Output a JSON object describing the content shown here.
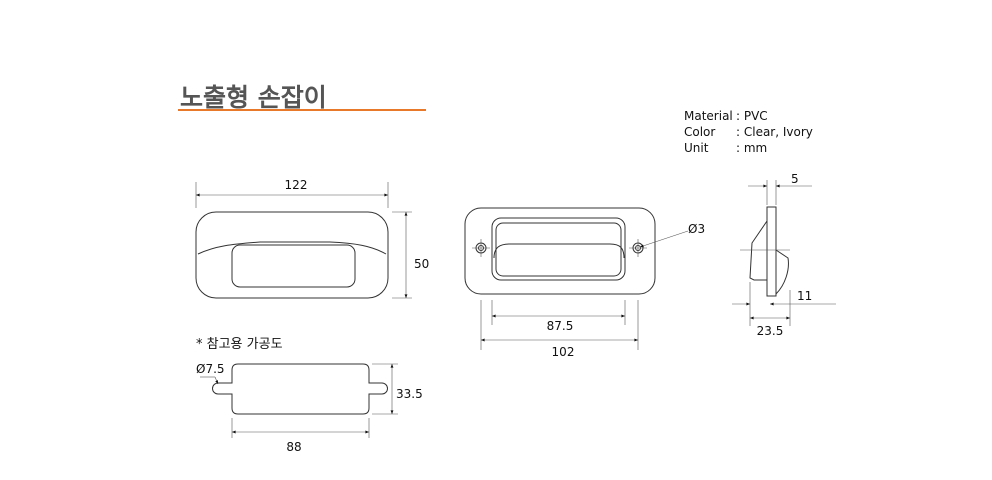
{
  "title": "노출형 손잡이",
  "colors": {
    "accent_underline": "#e8782a",
    "title_text": "#555555",
    "line": "#333333"
  },
  "specs": [
    {
      "label": "Material",
      "value": ": PVC"
    },
    {
      "label": "Color",
      "value": ": Clear, Ivory"
    },
    {
      "label": "Unit",
      "value": ": mm"
    }
  ],
  "front_view": {
    "width": "122",
    "height": "50"
  },
  "back_view": {
    "hole_pitch": "87.5",
    "width": "102",
    "hole_diameter": "Ø3"
  },
  "side_view": {
    "plate_thickness": "5",
    "protrusion": "11",
    "depth": "23.5"
  },
  "cutout": {
    "note": "* 참고용 가공도",
    "slot_diameter": "Ø7.5",
    "height": "33.5",
    "width": "88"
  }
}
